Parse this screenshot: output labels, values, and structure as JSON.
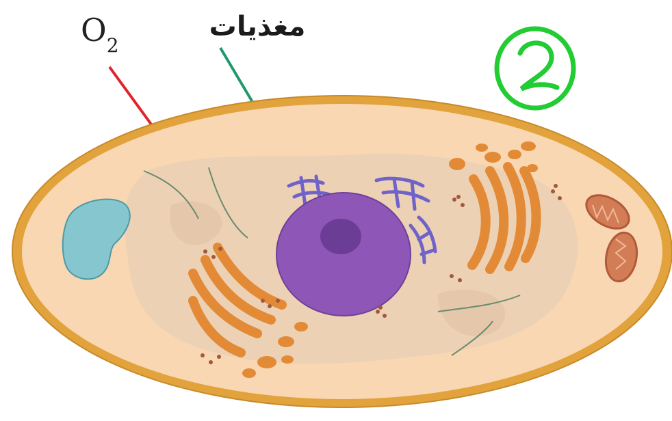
{
  "labels": {
    "oxygen": {
      "base": "O",
      "subscript": "2"
    },
    "nutrients": "مغذيات",
    "annotation_number": "2"
  },
  "colors": {
    "oxygen_arrow": "#e0242c",
    "nutrient_arrow": "#1e9a6a",
    "annotation": "#22cc33",
    "cell_wall": "#e2a23c",
    "cytoplasm": "#f8d7b2",
    "endoplasm": "#e9c7a8",
    "vacuole": "#86c6cf",
    "nucleus": "#8e57b7",
    "nucleolus": "#6c3d95",
    "nuclear_er": "#6f63c9",
    "golgi": "#e38a36",
    "mitochondria": "#d27d55"
  },
  "icons": [
    "oxygen-arrow-icon",
    "nutrient-arrow-icon",
    "annotation-circle-icon"
  ]
}
